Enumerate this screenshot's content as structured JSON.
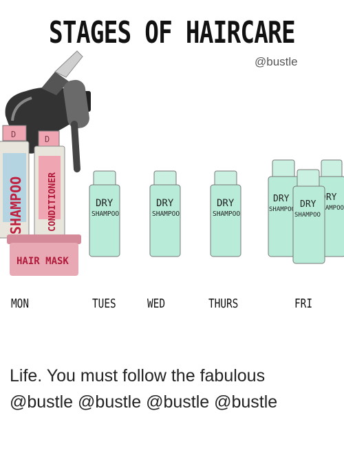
{
  "title": "STAGES OF HAIRCARE",
  "handle": "@bustle",
  "days": [
    "MON",
    "TUES",
    "WED",
    "THURS",
    "FRI"
  ],
  "bottles": {
    "shampoo": "SHAMPOO",
    "conditioner": "CONDITIONER",
    "hair_mask": "HAIR MASK",
    "dry": "DRY",
    "dry_shampoo": "SHAMPOO"
  },
  "caption": "Life. You must follow the fabulous @bustle @bustle @bustle @bustle",
  "colors": {
    "dry_shampoo_bottle": "#b8ecd9",
    "shampoo_bottle": "#e8e6dc",
    "shampoo_label": "#b4d4e2",
    "mask_jar": "#e9a9b4",
    "conditioner_label": "#f0a6b2",
    "hairdryer": "#3a3a3a"
  },
  "icons": [
    "hairdryer-icon",
    "flat-iron-icon",
    "paddle-brush-icon"
  ]
}
